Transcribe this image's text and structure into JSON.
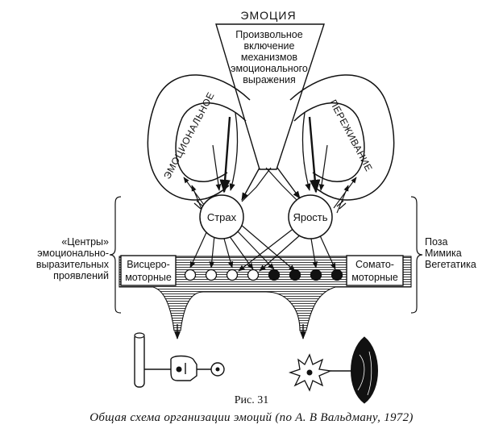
{
  "diagram": {
    "title": "ЭМОЦИЯ",
    "funnel_lines": [
      "Произвольное",
      "включение",
      "механизмов",
      "эмоционального",
      "выражения"
    ],
    "left_loop_label": "ЭМОЦИОНАЛЬНОЕ",
    "right_loop_label": "ПЕРЕЖИВАНИЕ",
    "fear_label": "Страх",
    "rage_label": "Ярость",
    "centers_lines": [
      "«Центры»",
      "эмоционально-",
      "выразительных",
      "проявлений"
    ],
    "visceral_lines": [
      "Висцеро-",
      "моторные"
    ],
    "somatic_lines": [
      "Сомато-",
      "моторные"
    ],
    "output_lines": [
      "Поза",
      "Мимика",
      "Вегетатика"
    ],
    "node_fill": [
      "#ffffff",
      "#ffffff",
      "#ffffff",
      "#ffffff",
      "#111111",
      "#111111",
      "#111111",
      "#111111"
    ]
  },
  "figure": {
    "number": "Рис. 31",
    "caption": "Общая схема организации эмоций (по А. В  Вальдману, 1972)"
  }
}
